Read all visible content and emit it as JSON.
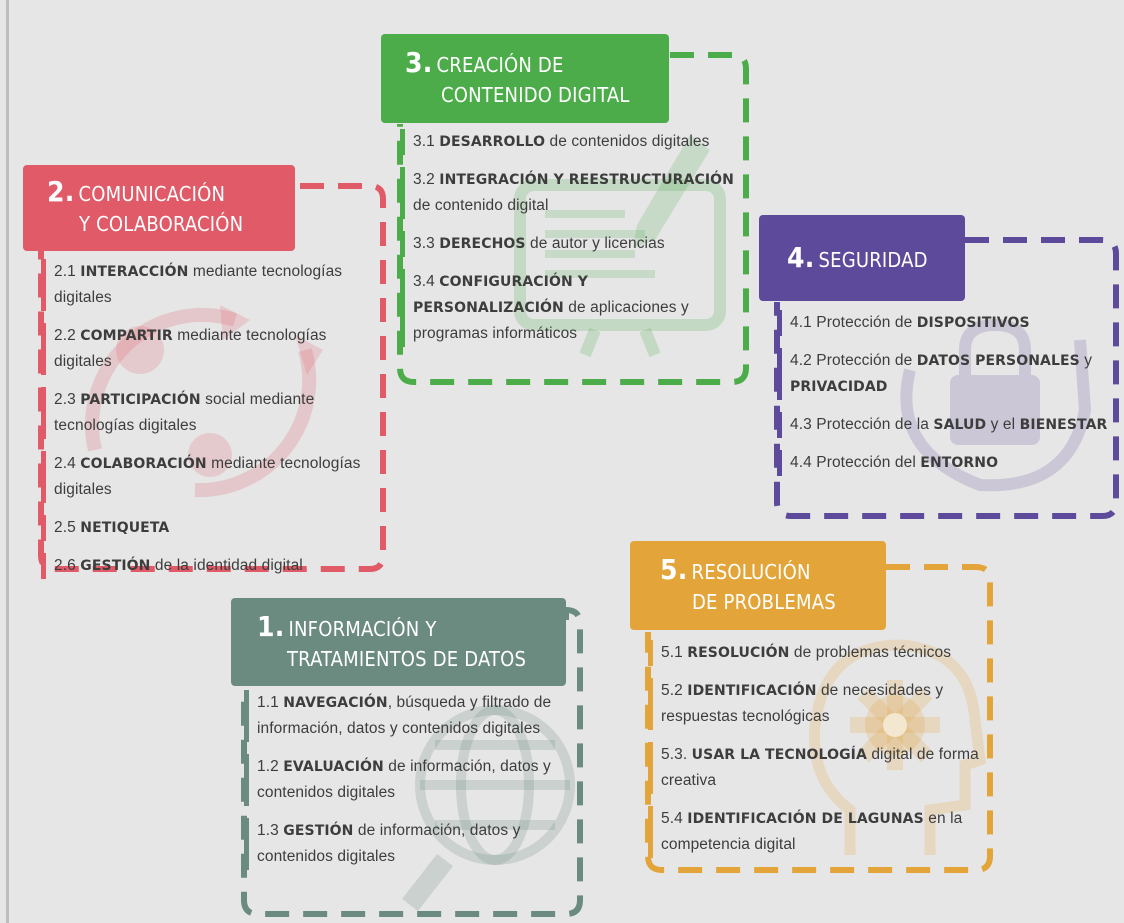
{
  "areas": [
    {
      "id": "comunicacion",
      "number": "2.",
      "title_line1": "COMUNICACIÓN",
      "title_line2": "Y COLABORACIÓN",
      "color": "#e05a67",
      "watermark_icon": "people-cycle-icon",
      "items": [
        {
          "pre": "2.1 ",
          "key": "INTERACCIÓN",
          "post": " mediante tecnologías digitales"
        },
        {
          "pre": "2.2 ",
          "key": "COMPARTIR",
          "post": " mediante tecnologías digitales"
        },
        {
          "pre": "2.3 ",
          "key": "PARTICIPACIÓN",
          "post": " social mediante tecnologías digitales"
        },
        {
          "pre": "2.4 ",
          "key": "COLABORACIÓN",
          "post": " mediante tecnologías digitales"
        },
        {
          "pre": "2.5 ",
          "key": "NETIQUETA",
          "post": ""
        },
        {
          "pre": "2.6 ",
          "key": "GESTIÓN",
          "post": " de la identidad digital"
        }
      ]
    },
    {
      "id": "creacion",
      "number": "3.",
      "title_line1": "CREACIÓN DE",
      "title_line2": "CONTENIDO DIGITAL",
      "color": "#4cac4a",
      "watermark_icon": "monitor-edit-icon",
      "items": [
        {
          "pre": "3.1 ",
          "key": "DESARROLLO",
          "post": " de contenidos digitales"
        },
        {
          "pre": "3.2 ",
          "key": "INTEGRACIÓN Y REESTRUCTURACIÓN",
          "post": " de contenido digital"
        },
        {
          "pre": "3.3 ",
          "key": "DERECHOS",
          "post": " de autor y licencias"
        },
        {
          "pre": "3.4 ",
          "key": "CONFIGURACIÓN Y PERSONALIZACIÓN",
          "post": " de aplicaciones y programas informáticos"
        }
      ]
    },
    {
      "id": "seguridad",
      "number": "4.",
      "title_line1": "SEGURIDAD",
      "title_line2": "",
      "color": "#5e4a9a",
      "watermark_icon": "padlock-hands-icon",
      "items": [
        {
          "pre": "4.1 Protección de ",
          "key": "DISPOSITIVOS",
          "post": ""
        },
        {
          "pre": "4.2 Protección de ",
          "key": "DATOS PERSONALES",
          "post": " y ",
          "key2": "PRIVACIDAD"
        },
        {
          "pre": "4.3 Protección de la ",
          "key": "SALUD",
          "post": " y el ",
          "key2": "BIENESTAR"
        },
        {
          "pre": "4.4 Protección del ",
          "key": "ENTORNO",
          "post": ""
        }
      ]
    },
    {
      "id": "informacion",
      "number": "1.",
      "title_line1": "INFORMACIÓN Y",
      "title_line2": "TRATAMIENTOS DE DATOS",
      "color": "#6b8a80",
      "watermark_icon": "globe-search-icon",
      "items": [
        {
          "pre": "1.1 ",
          "key": "NAVEGACIÓN",
          "post": ", búsqueda y filtrado de información, datos y contenidos digitales"
        },
        {
          "pre": "1.2 ",
          "key": "EVALUACIÓN",
          "post": " de información, datos y contenidos digitales"
        },
        {
          "pre": "1.3 ",
          "key": "GESTIÓN",
          "post": " de información, datos y contenidos digitales"
        }
      ]
    },
    {
      "id": "resolucion",
      "number": "5.",
      "title_line1": "RESOLUCIÓN",
      "title_line2": "DE PROBLEMAS",
      "color": "#e3a53a",
      "watermark_icon": "head-gear-icon",
      "items": [
        {
          "pre": "5.1 ",
          "key": "RESOLUCIÓN",
          "post": " de problemas técnicos"
        },
        {
          "pre": "5.2 ",
          "key": "IDENTIFICACIÓN",
          "post": " de necesidades y respuestas tecnológicas"
        },
        {
          "pre": "5.3. ",
          "key": "USAR LA TECNOLOGÍA",
          "post": " digital de forma creativa"
        },
        {
          "pre": "5.4 ",
          "key": "IDENTIFICACIÓN DE LAGUNAS",
          "post": " en la competencia digital"
        }
      ]
    }
  ]
}
